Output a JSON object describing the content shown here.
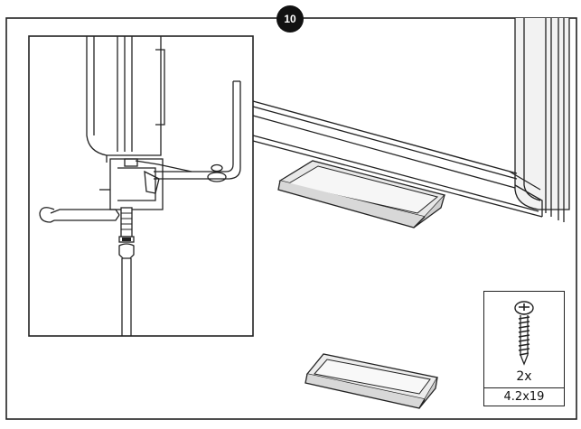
{
  "step": {
    "number": "10"
  },
  "hardware": {
    "quantity": "2x",
    "size": "4.2x19"
  },
  "icons": [
    "screw-icon"
  ],
  "colors": {
    "line": "#222222",
    "badge": "#111111",
    "background": "#ffffff"
  }
}
